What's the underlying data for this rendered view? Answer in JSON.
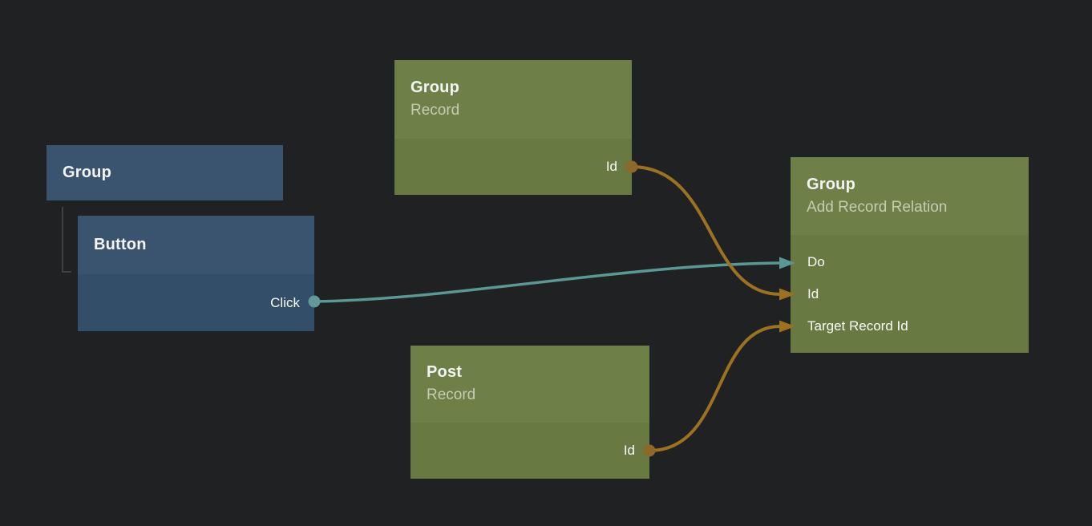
{
  "colors": {
    "bg": "#202122",
    "green_header": "#6f7f48",
    "green_body": "#687941",
    "blue_header": "#3a536e",
    "blue_body": "#334e68",
    "edge_teal": "#5b9794",
    "dot_teal": "#5f9a96",
    "edge_orange": "#9c7122",
    "dot_orange": "#8c682a",
    "tree_line": "#404040",
    "title_text": "#f4f4f4",
    "subtitle_text": "#c4cdb2",
    "port_text": "#fafafa"
  },
  "nodes": [
    {
      "id": "group-record",
      "title": "Group",
      "subtitle": "Record",
      "outputs": [
        "Id"
      ]
    },
    {
      "id": "group",
      "title": "Group"
    },
    {
      "id": "button",
      "title": "Button",
      "outputs": [
        "Click"
      ]
    },
    {
      "id": "group-add-record-relation",
      "title": "Group",
      "subtitle": "Add Record Relation",
      "inputs": [
        "Do",
        "Id",
        "Target Record Id"
      ]
    },
    {
      "id": "post-record",
      "title": "Post",
      "subtitle": "Record",
      "outputs": [
        "Id"
      ]
    }
  ],
  "edges": [
    {
      "from": "Button.Click",
      "to": "Group (Add Record Relation).Do",
      "color": "teal"
    },
    {
      "from": "Group (Record).Id",
      "to": "Group (Add Record Relation).Id",
      "color": "orange"
    },
    {
      "from": "Post (Record).Id",
      "to": "Group (Add Record Relation).Target Record Id",
      "color": "orange"
    }
  ]
}
